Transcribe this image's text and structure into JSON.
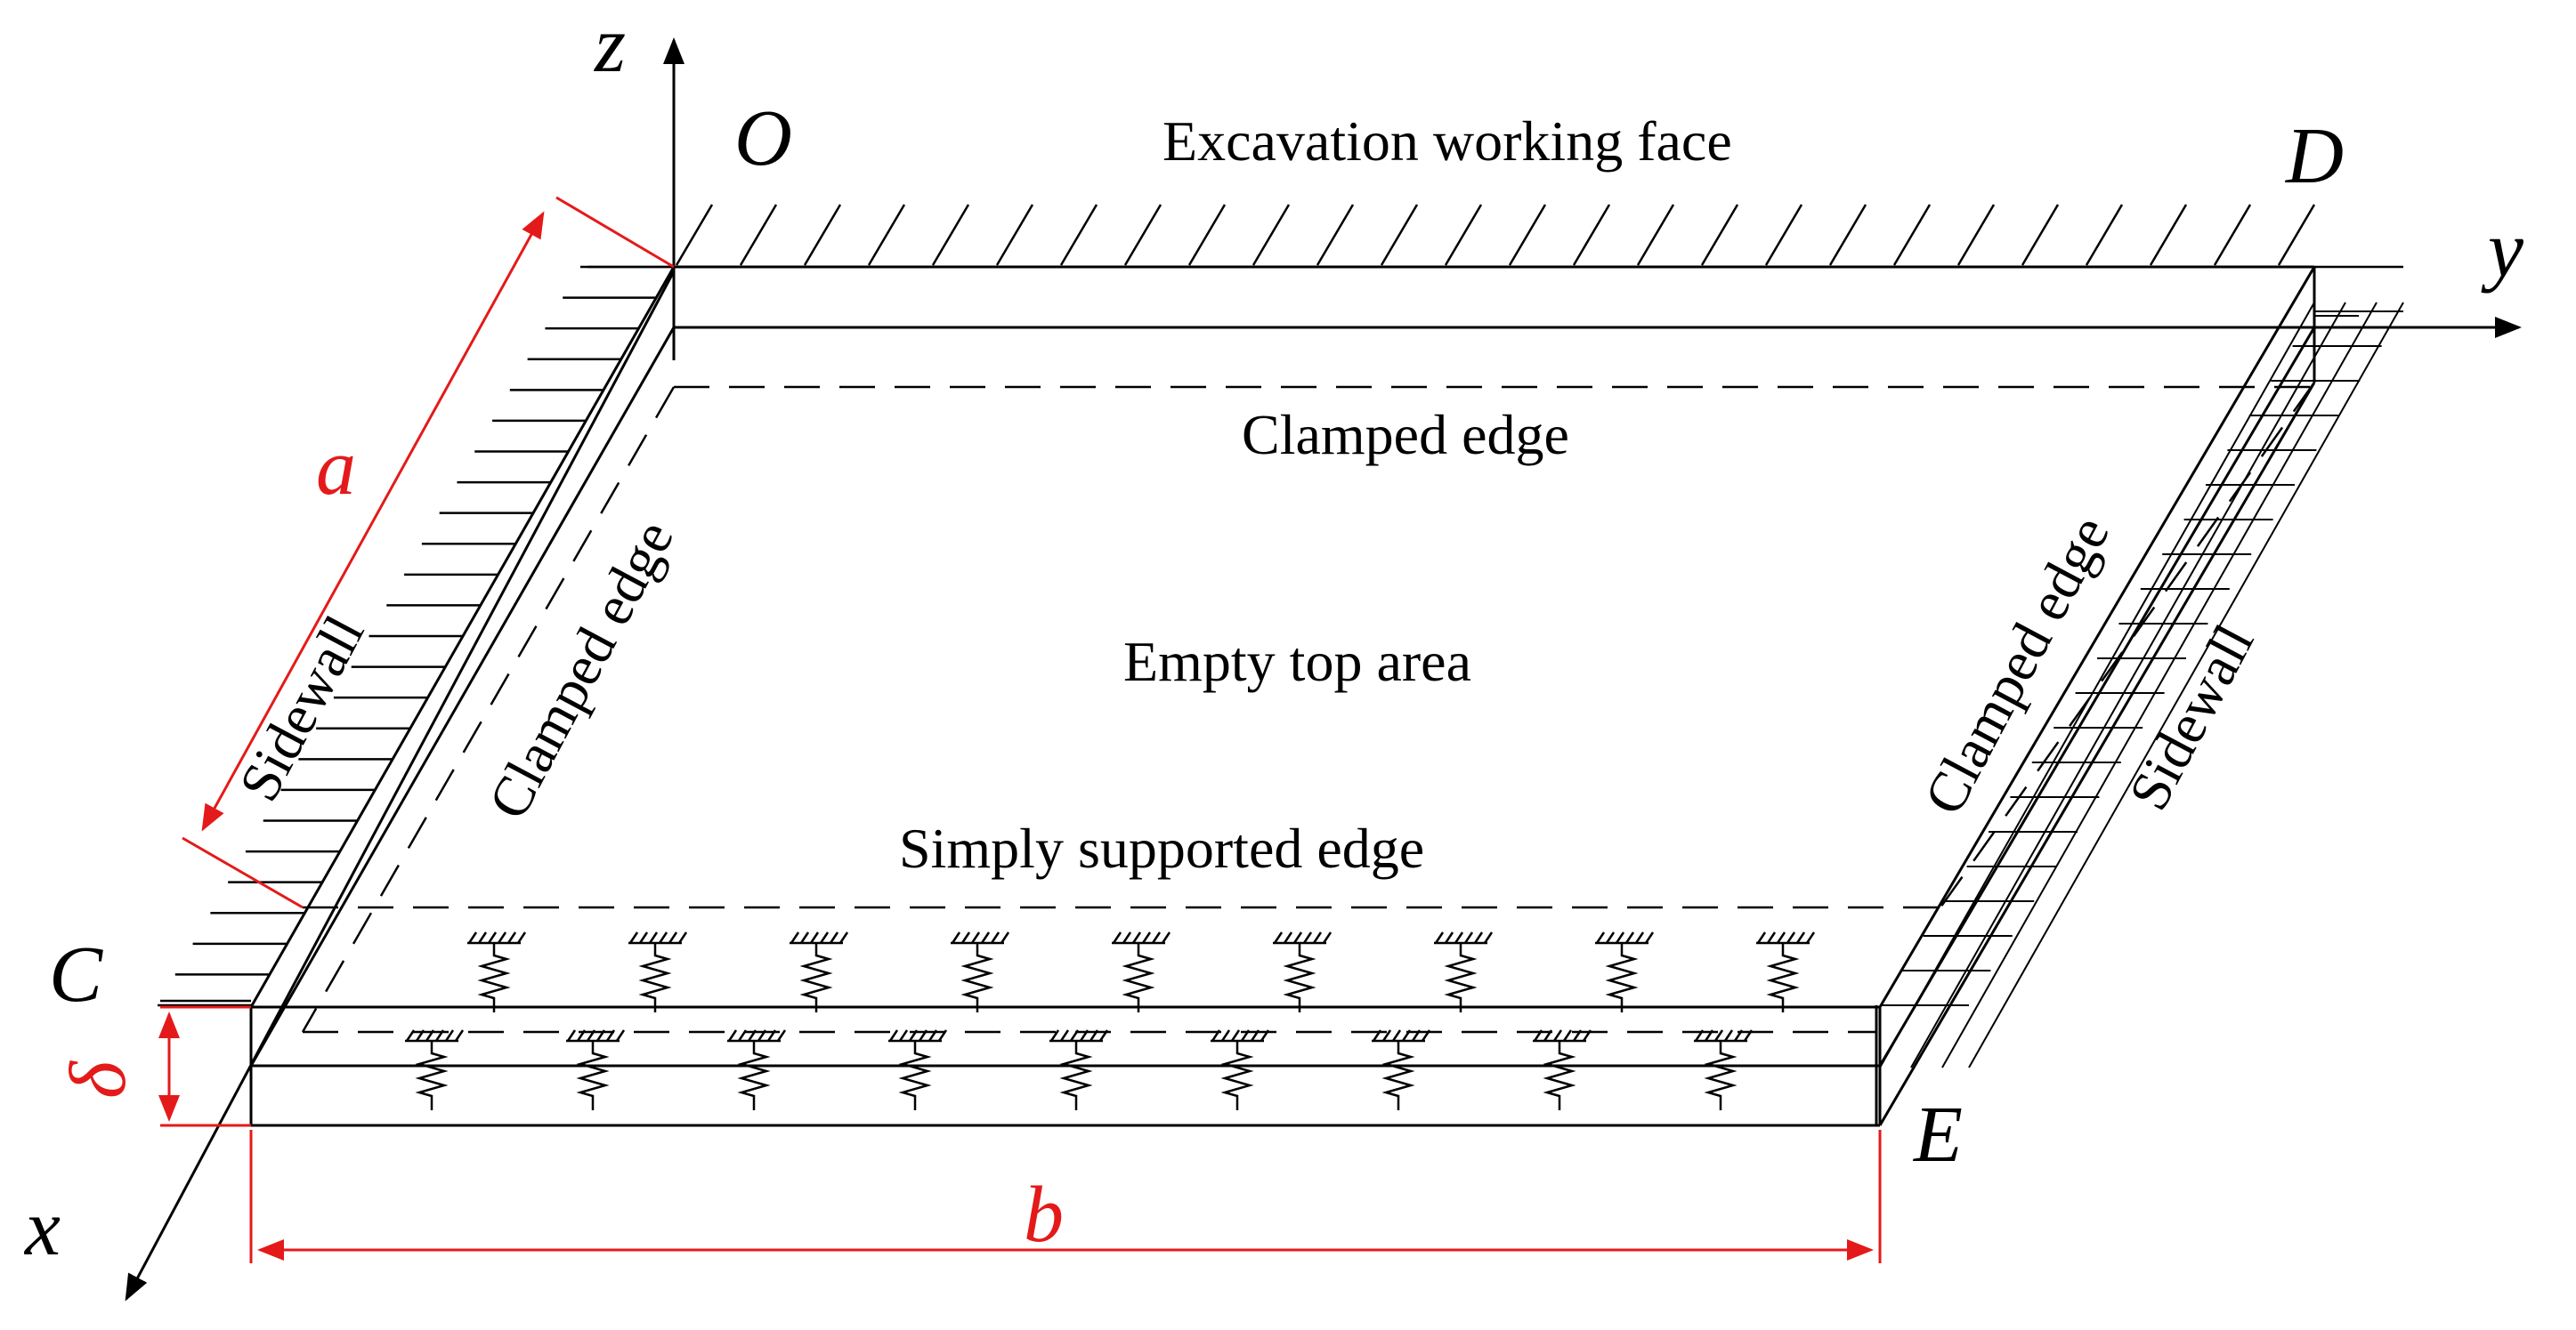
{
  "labels": {
    "excavation_face": "Excavation working face",
    "clamped_top": "Clamped edge",
    "clamped_left": "Clamped edge",
    "clamped_right": "Clamped edge",
    "sidewall_left": "Sidewall",
    "sidewall_right": "Sidewall",
    "empty_area": "Empty top area",
    "simply_supported": "Simply supported edge"
  },
  "points": {
    "O": "O",
    "D": "D",
    "C": "C",
    "E": "E"
  },
  "axes": {
    "x": "x",
    "y": "y",
    "z": "z"
  },
  "dimensions": {
    "a": "a",
    "b": "b",
    "delta": "δ"
  },
  "colors": {
    "line": "#000000",
    "dimension": "#e41a1a"
  }
}
